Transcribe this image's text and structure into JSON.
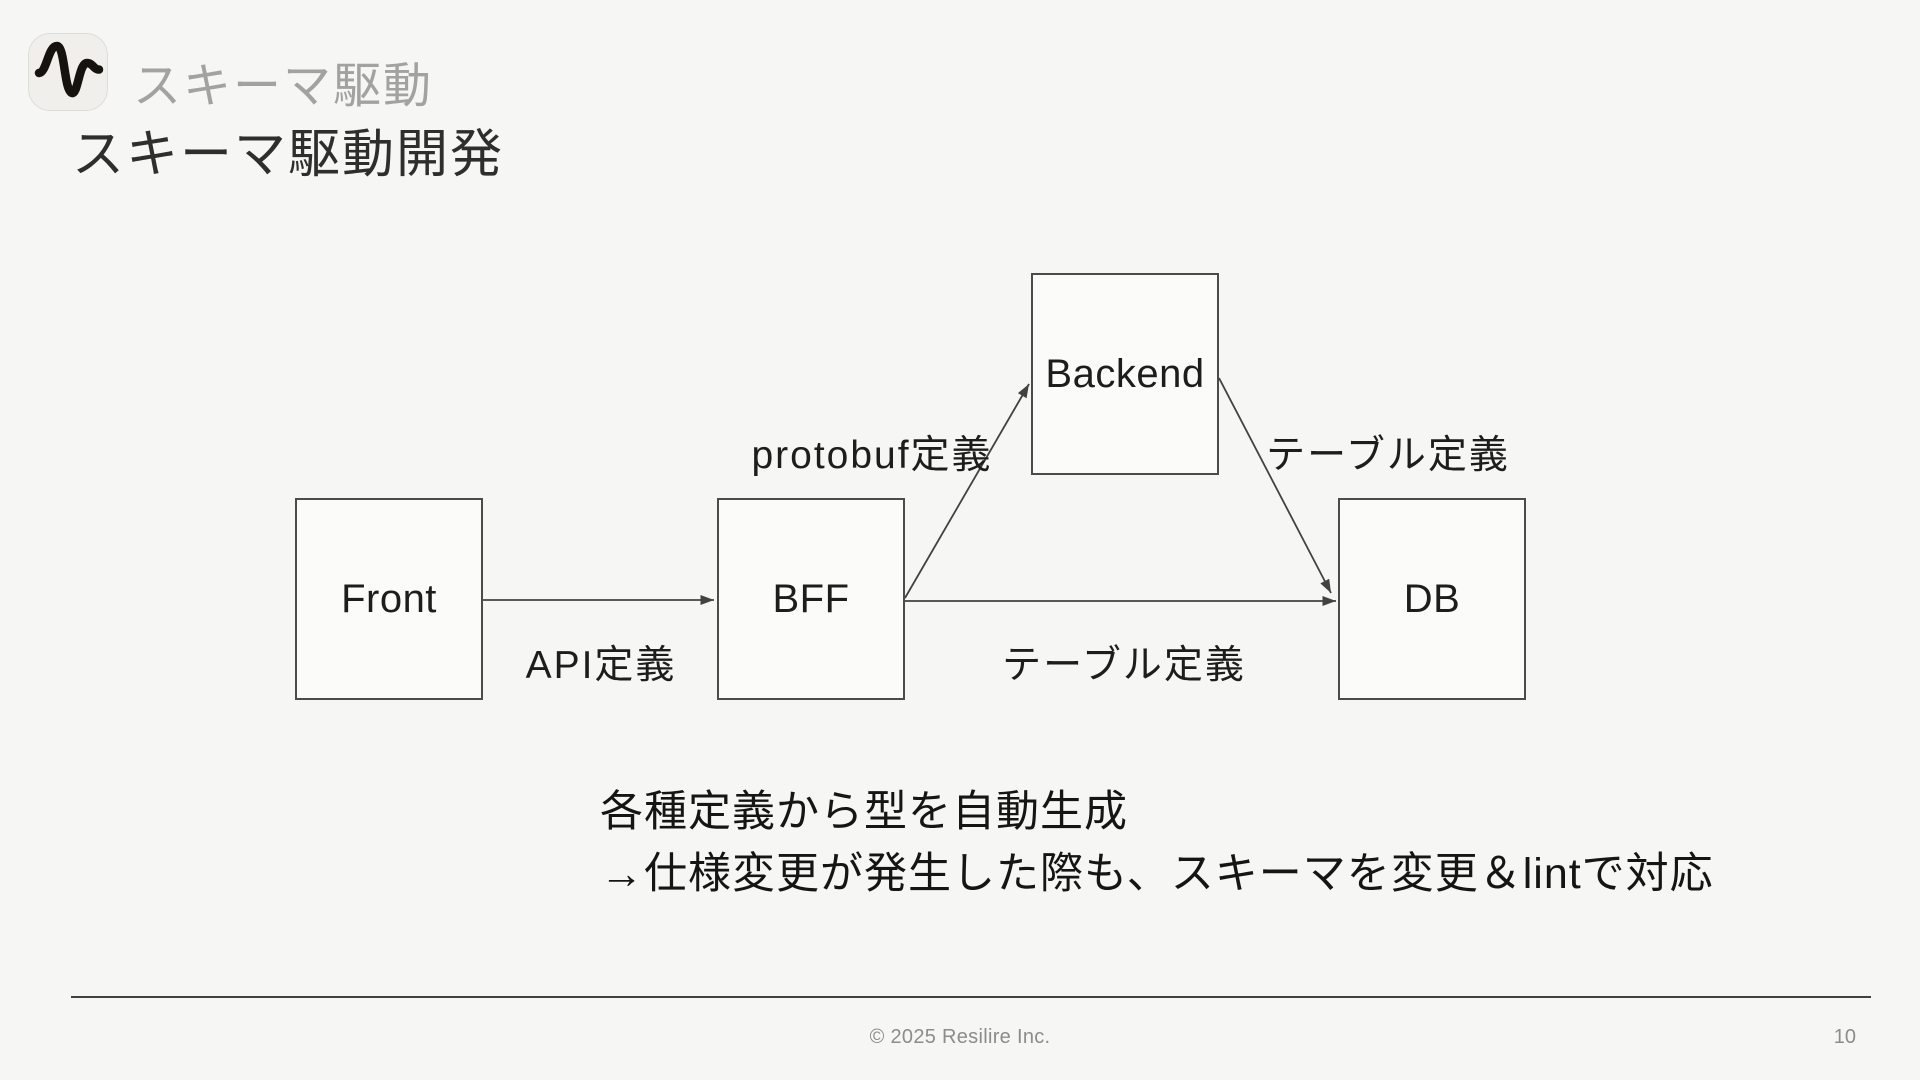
{
  "header": {
    "kicker": "スキーマ駆動",
    "title": "スキーマ駆動開発",
    "logo_icon": "waveform-icon"
  },
  "diagram": {
    "nodes": [
      {
        "id": "front",
        "label": "Front"
      },
      {
        "id": "bff",
        "label": "BFF"
      },
      {
        "id": "backend",
        "label": "Backend"
      },
      {
        "id": "db",
        "label": "DB"
      }
    ],
    "edges": [
      {
        "from": "Front",
        "to": "BFF",
        "label": "API定義"
      },
      {
        "from": "BFF",
        "to": "Backend",
        "label": "protobuf定義"
      },
      {
        "from": "Backend",
        "to": "DB",
        "label": "テーブル定義"
      },
      {
        "from": "BFF",
        "to": "DB",
        "label": "テーブル定義"
      }
    ]
  },
  "notes": {
    "line1": "各種定義から型を自動生成",
    "line2": "→仕様変更が発生した際も、スキーマを変更＆lintで対応"
  },
  "footer": {
    "copyright": "© 2025 Resilire Inc.",
    "page_number": "10"
  },
  "colors": {
    "background": "#f6f6f5",
    "box_fill": "#fbfbfa",
    "box_border": "#4b4b4b",
    "arrow": "#424242",
    "kicker_text": "#a2a29e",
    "heading_text": "#2e2e2b",
    "body_text": "#151513",
    "footer_text": "#8c8c89"
  }
}
